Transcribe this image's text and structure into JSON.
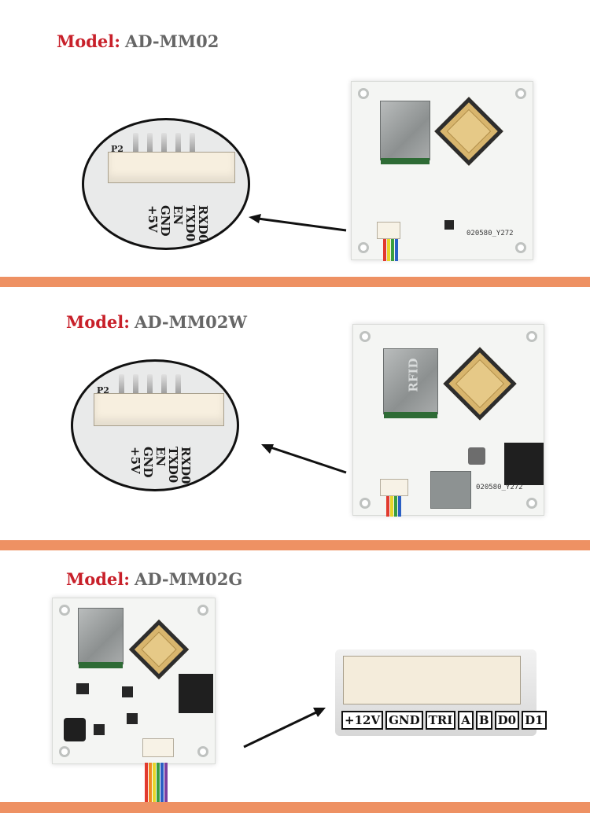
{
  "sections": [
    {
      "model_label": "Model:",
      "model_value": "AD-MM02",
      "pins": [
        "RXD0",
        "TXD0",
        "EN",
        "GND",
        "+5V"
      ],
      "connector_ref": "P2",
      "silkscreen": "020580_Y272"
    },
    {
      "model_label": "Model:",
      "model_value": "AD-MM02W",
      "pins": [
        "RXD0",
        "TXD0",
        "EN",
        "GND",
        "+5V"
      ],
      "connector_ref": "P2",
      "silkscreen": "020580_Y272",
      "module_marking": "RFID"
    },
    {
      "model_label": "Model:",
      "model_value": "AD-MM02G",
      "terminal_labels": [
        "+12V",
        "GND",
        "TRI",
        "A",
        "B",
        "D0",
        "D1"
      ]
    }
  ],
  "colors": {
    "accent_red": "#c8202a",
    "model_gray": "#666666",
    "separator": "#ee9163"
  },
  "wire_colors": [
    "#e23a2e",
    "#f08a24",
    "#e6d52a",
    "#3a9d3f",
    "#2a5fc4",
    "#7a3fa0"
  ]
}
